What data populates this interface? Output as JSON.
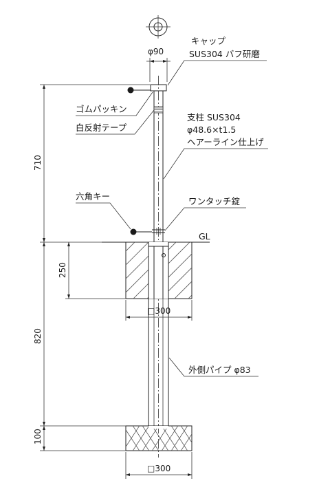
{
  "labels": {
    "cap_name": "キャップ",
    "cap_material": "SUS304 バフ研磨",
    "cap_diameter": "φ90",
    "rubber": "ゴムパッキン",
    "reflective": "白反射テープ",
    "post_name": "支柱 SUS304",
    "post_size": "φ48.6×t1.5",
    "post_finish": "ヘアーライン仕上げ",
    "hex_key": "六角キー",
    "one_touch_lock": "ワンタッチ錠",
    "gl": "GL",
    "outer_pipe": "外側パイプ φ83",
    "foundation_width_top": "□300",
    "foundation_width_bottom": "□300"
  },
  "dimensions": {
    "above_ground": "710",
    "top_block": "250",
    "embed_depth": "820",
    "base_block": "100"
  }
}
